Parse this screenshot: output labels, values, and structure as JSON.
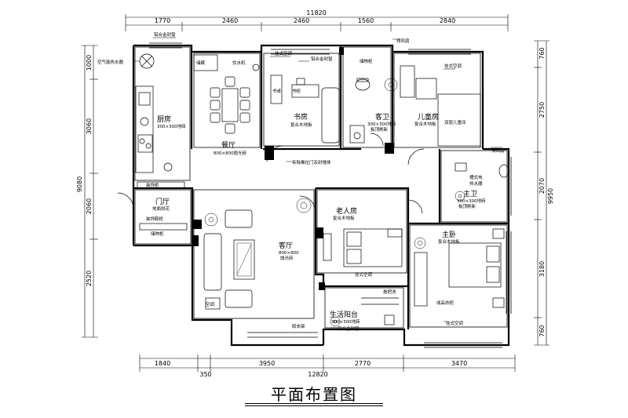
{
  "title": "平面布置图",
  "dimensions": {
    "top_total": "11820",
    "top": [
      "1770",
      "2460",
      "2460",
      "1560",
      "2840"
    ],
    "bottom_total": "12820",
    "bottom": [
      "1840",
      "3950",
      "2770",
      "3470"
    ],
    "bottom_small": "350",
    "left_total": "9080",
    "left": [
      "1000",
      "3060",
      "2060",
      "2520"
    ],
    "right_total": "9950",
    "right": [
      "760",
      "2750",
      "2070",
      "3180",
      "760"
    ]
  },
  "rooms": {
    "kitchen": {
      "name": "厨房",
      "floor": "300×300地砖"
    },
    "dining": {
      "name": "餐厅",
      "floor": "800×800抛光砖"
    },
    "study": {
      "name": "书房",
      "floor": "复合木地板"
    },
    "guest_bath": {
      "name": "客卫",
      "floor": "300×300地砖",
      "ceiling": "板顶刷新"
    },
    "kids_room": {
      "name": "儿童房",
      "floor": "复合木地板"
    },
    "master_bath": {
      "name": "主卫",
      "floor": "300×300地砖",
      "ceiling": "板顶刷新"
    },
    "foyer": {
      "name": "门厅",
      "floor": "地面拼花"
    },
    "elder_room": {
      "name": "老人房",
      "floor": "复合木地板"
    },
    "living": {
      "name": "客厅",
      "floor": "800×800",
      "floor2": "抛光砖"
    },
    "master_bed": {
      "name": "主卧",
      "floor": "复合木地板"
    },
    "balcony": {
      "name": "生活阳台",
      "floor": "300×300地砖"
    }
  },
  "labels": {
    "alu_window_top": "铝合金封窗",
    "alu_window_bottom": "铝合金封窗",
    "heater": "空气能热水器",
    "ac_top1": "挂式空调",
    "ac_top2": "挂式空调",
    "ac_elder": "挂式空调",
    "ac_master": "挂式空调",
    "ac_living": "空调",
    "water_dispenser": "饮水机",
    "cabinet_kitchen": "储藏",
    "exhaust_fan_top": "排风扇",
    "exhaust_fan_right": "排风扇",
    "display_cabinet": "装饰柜",
    "desk": "书桌",
    "bookcase": "书柜",
    "bunk_bed": "双层儿童床",
    "storage_cabinet": "储物柜",
    "electric_heater": "槽式电",
    "electric_heater2": "热水器",
    "deco_cabinet_foyer": "装饰柜",
    "shoe_cabinet": "装饰鞋柜",
    "deco_cabinet_small": "储物柜",
    "wall_note": "拆除推拉门及封墙体",
    "wardrobe": "成品衣柜",
    "drying_rack": "晾衣架",
    "mop_sink": "拖把池"
  }
}
